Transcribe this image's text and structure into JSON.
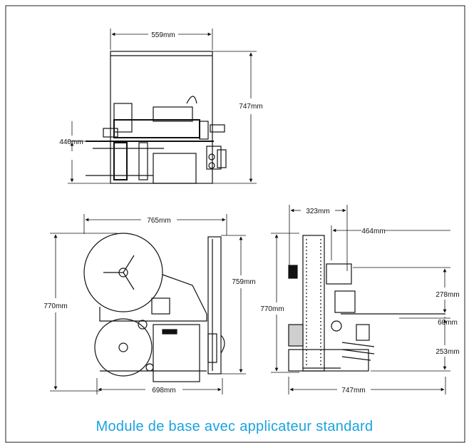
{
  "colors": {
    "caption": "#1aa3e0",
    "line": "#111111",
    "gray": "#cfcfcf"
  },
  "top_view": {
    "width": "559mm",
    "height": "747mm",
    "base_height": "440mm"
  },
  "front_view": {
    "width": "765mm",
    "height": "770mm",
    "upper_height": "759mm",
    "base_width": "698mm"
  },
  "side_view": {
    "depth_upper": "323mm",
    "depth_applicator": "464mm",
    "height": "770mm",
    "seg_upper": "278mm",
    "seg_middle": "60mm",
    "seg_lower": "253mm",
    "base_depth": "747mm"
  },
  "caption": "Module de base avec applicateur standard"
}
